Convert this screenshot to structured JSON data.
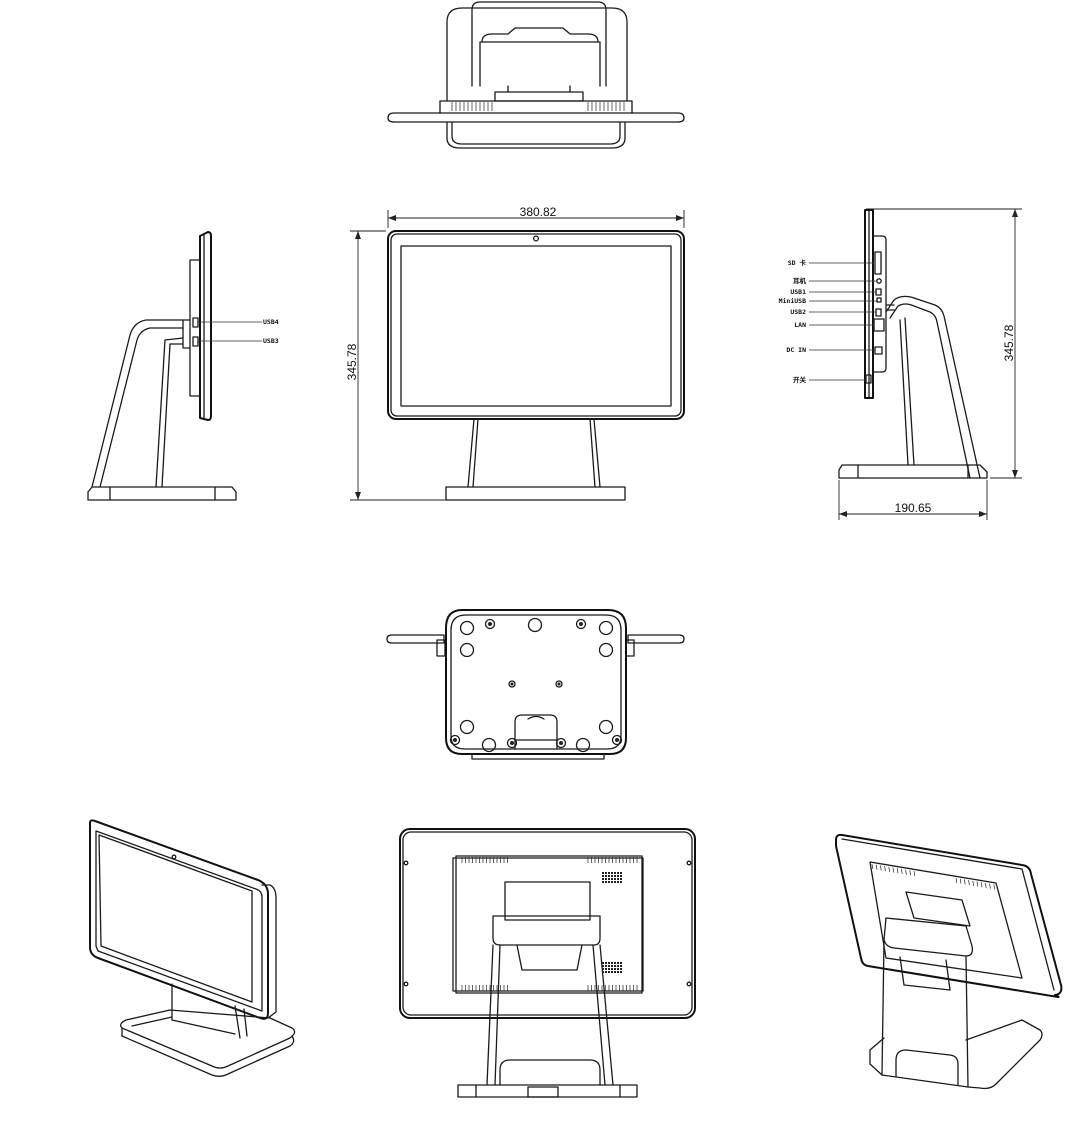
{
  "dimensions": {
    "width": "380.82",
    "height_front": "345.78",
    "height_side": "345.78",
    "depth": "190.65"
  },
  "left_side_ports": [
    "USB4",
    "USB3"
  ],
  "right_side_ports": [
    "SD 卡",
    "耳机",
    "USB1",
    "MiniUSB",
    "USB2",
    "LAN",
    "DC IN",
    "开关"
  ],
  "colors": {
    "line": "#1a1a1a",
    "background": "#ffffff"
  }
}
